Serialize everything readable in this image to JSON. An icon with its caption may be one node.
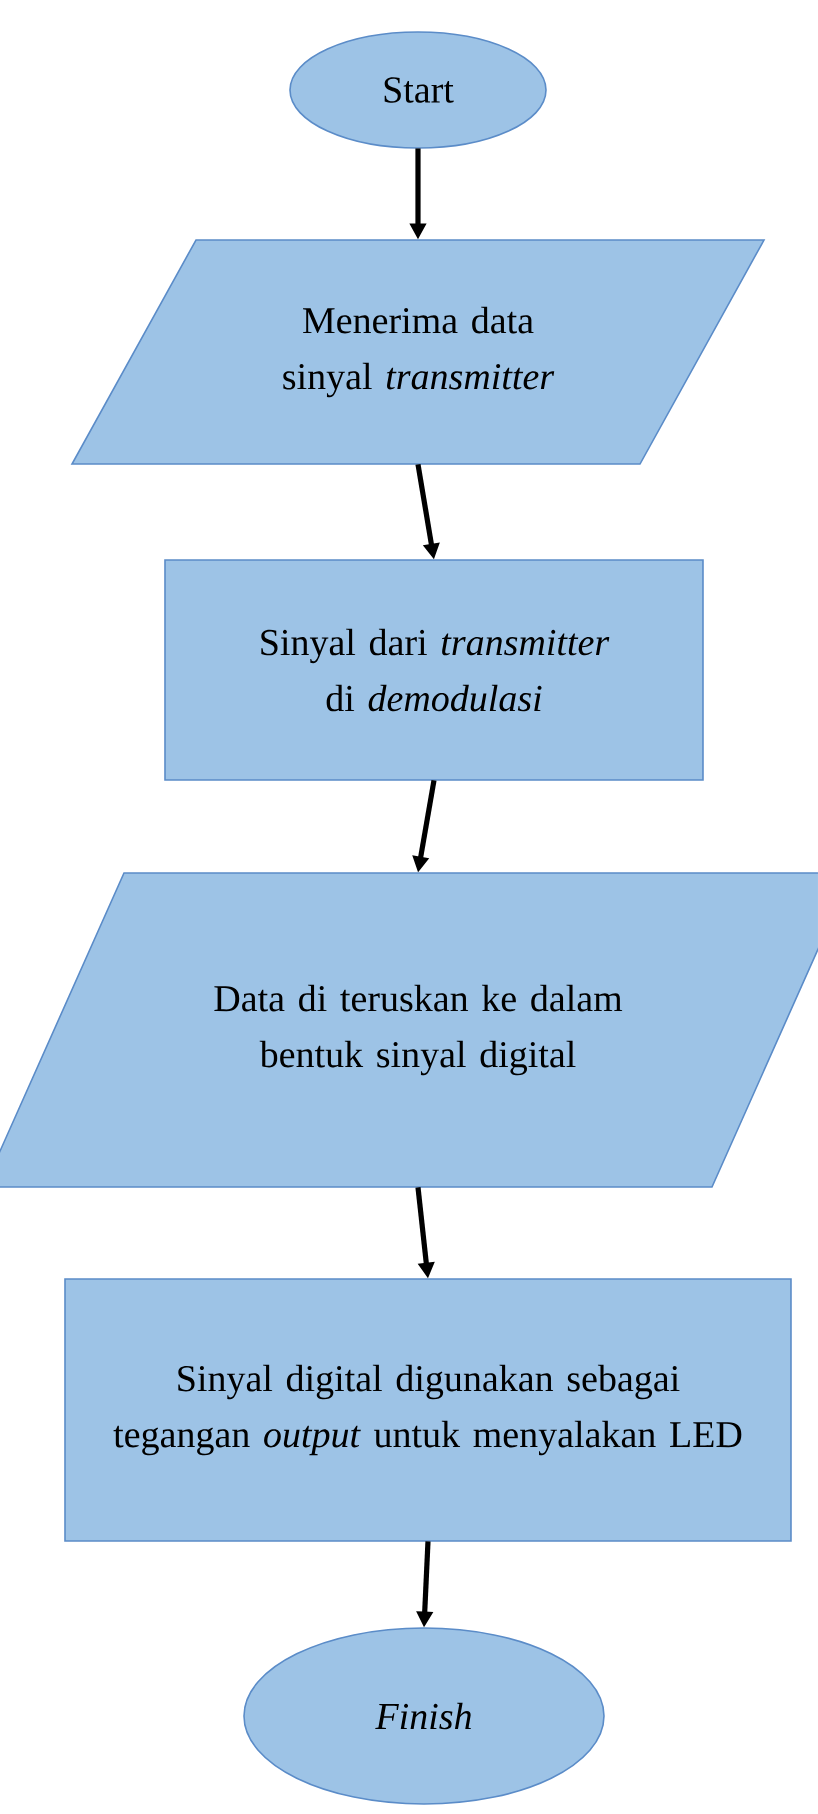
{
  "diagram": {
    "nodes": [
      {
        "text": [
          "Start"
        ]
      },
      {
        "text": [
          "Menerima data sinyal *transmitter*"
        ]
      },
      {
        "text": [
          "Sinyal dari *transmitter* di *demodulasi*"
        ]
      },
      {
        "text": [
          "Data di teruskan ke dalam bentuk sinyal digital"
        ]
      },
      {
        "text": [
          "Sinyal digital digunakan sebagai tegangan *output* untuk menyalakan LED"
        ]
      },
      {
        "text": [
          "Finish"
        ]
      }
    ],
    "edges": [
      {
        "from": 0,
        "to": 1,
        "arrow": "to"
      },
      {
        "from": 1,
        "to": 2,
        "arrow": "to"
      },
      {
        "from": 2,
        "to": 3,
        "arrow": "to"
      },
      {
        "from": 3,
        "to": 4,
        "arrow": "to"
      },
      {
        "from": 4,
        "to": 5,
        "arrow": "to"
      }
    ]
  }
}
